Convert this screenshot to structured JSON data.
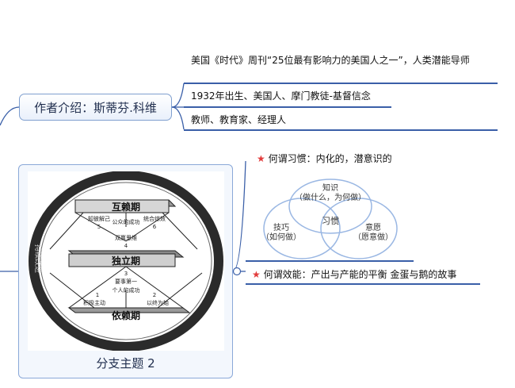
{
  "author": {
    "title": "作者介绍：斯蒂芬.科维",
    "items": [
      "美国《时代》周刊“25位最有影响力的美国人之一”，人类潜能导师",
      "1932年出生、美国人、摩门教徒-基督信念",
      "教师、教育家、经理人"
    ]
  },
  "habit": {
    "title": "何谓习惯：内化的，潜意识的",
    "venn": {
      "knowledge": "知识",
      "knowledge_sub": "（做什么，为何做）",
      "skill": "技巧",
      "skill_sub": "（如何做）",
      "desire": "意愿",
      "desire_sub": "（愿意做）",
      "center": "习惯"
    }
  },
  "effectiveness": {
    "title": "何谓效能：产出与产能的平衡 金蛋与鹅的故事"
  },
  "maturity": {
    "interdependence": "互赖期",
    "independence": "独立期",
    "dependence": "依赖期",
    "side_label": "持续改进",
    "habit5": "知彼解己",
    "habit5_num": "5",
    "habit6": "统合综效",
    "habit6_num": "6",
    "public_victory": "公众的成功",
    "habit4": "双赢思维",
    "habit4_num": "4",
    "habit3_num": "3",
    "habit3": "要事第一",
    "private_victory": "个人的成功",
    "habit1_num": "1",
    "habit1": "积极主动",
    "habit2_num": "2",
    "habit2": "以终为始"
  },
  "branch": {
    "label": "分支主题 2"
  }
}
